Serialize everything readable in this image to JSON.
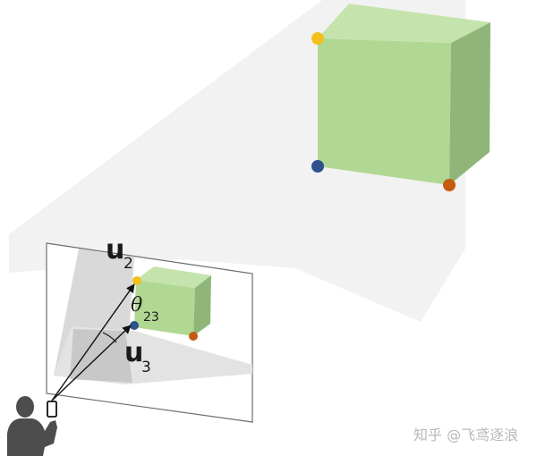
{
  "labels": {
    "u2_main": "u",
    "u2_sub": "2",
    "u3_main": "u",
    "u3_sub": "3",
    "theta_main": "θ",
    "theta_sub": "23"
  },
  "watermark": "知乎 @飞鸢逐浪",
  "colors": {
    "cube_front": "#b1d893",
    "cube_top": "#c5e4ad",
    "cube_side": "#8fb678",
    "corner_yellow": "#f2c01e",
    "corner_blue": "#2f528f",
    "corner_orange": "#c55a11",
    "ray_light": "#f2f2f2",
    "ray_dark": "#d9d9d9",
    "frame": "#6e6e6e",
    "person": "#4d4d4d"
  },
  "icons": [
    "person-silhouette-icon",
    "camera-device-icon"
  ]
}
